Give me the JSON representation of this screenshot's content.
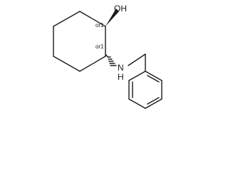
{
  "structure": {
    "atoms": {
      "hydroxyl": "OH",
      "amine": "N",
      "amine_h": "H"
    },
    "stereo_descriptors": {
      "c1": "or1",
      "c2": "or1"
    }
  }
}
